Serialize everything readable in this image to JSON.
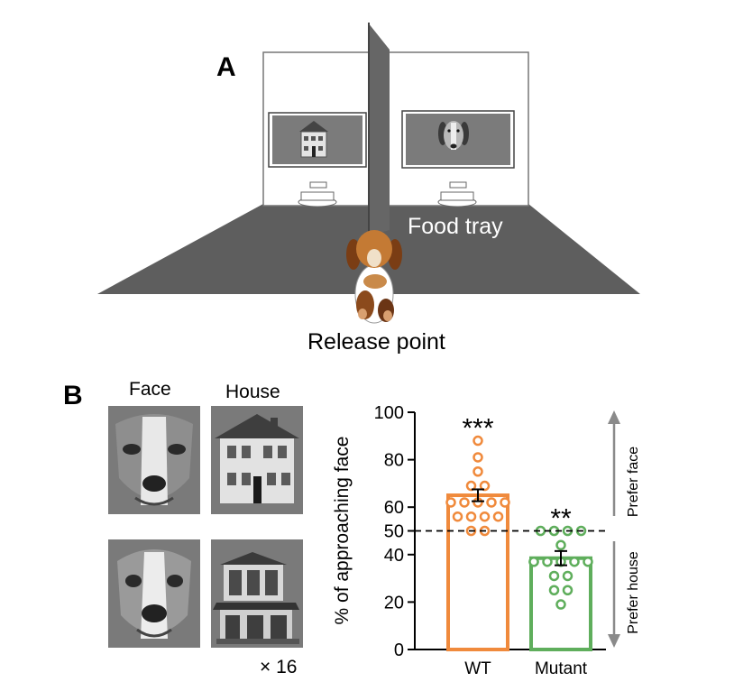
{
  "panel_a": {
    "letter": "A",
    "food_tray_label": "Food tray",
    "release_point_label": "Release point"
  },
  "panel_b": {
    "letter": "B",
    "face_label": "Face",
    "house_label": "House",
    "multiplier_label": "× 16"
  },
  "chart_data": {
    "type": "bar",
    "ylabel": "% of approaching face",
    "ylim": [
      0,
      100
    ],
    "yticks": [
      0,
      20,
      40,
      50,
      60,
      80,
      100
    ],
    "reference_line": 50,
    "categories": [
      "WT",
      "Mutant"
    ],
    "values": [
      65,
      38.5
    ],
    "errors": [
      2.5,
      3
    ],
    "colors": [
      "#f08a3c",
      "#5fae5c"
    ],
    "significance": [
      "***",
      "**"
    ],
    "points": [
      [
        50,
        50,
        56,
        56,
        56,
        56,
        62,
        62,
        62,
        62,
        62,
        69,
        69,
        75,
        81,
        88
      ],
      [
        50,
        50,
        50,
        50,
        44,
        37,
        37,
        37,
        37,
        37,
        37,
        31,
        31,
        25,
        25,
        19
      ]
    ],
    "side_labels": {
      "upper": "Prefer face",
      "lower": "Prefer house"
    }
  }
}
